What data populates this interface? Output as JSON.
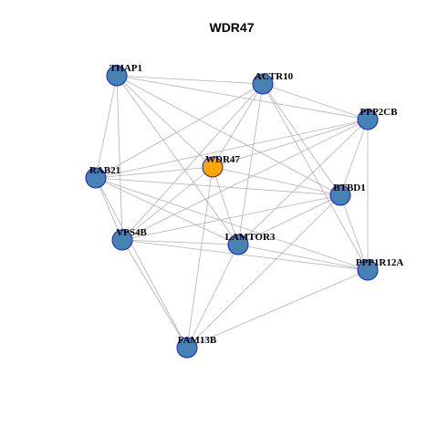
{
  "title": "WDR47",
  "colors": {
    "background": "#ffffff",
    "edge": "#b3b3b3",
    "node_fill": "#4682b4",
    "node_stroke": "#1f1fbf",
    "focus_fill": "#ffa500"
  },
  "nodes": [
    {
      "id": "THAP1",
      "label": "THAP1",
      "focus": false
    },
    {
      "id": "ACTR10",
      "label": "ACTR10",
      "focus": false
    },
    {
      "id": "PPP2CB",
      "label": "PPP2CB",
      "focus": false
    },
    {
      "id": "RAB21",
      "label": "RAB21",
      "focus": false
    },
    {
      "id": "WDR47",
      "label": "WDR47",
      "focus": true
    },
    {
      "id": "BTBD1",
      "label": "BTBD1",
      "focus": false
    },
    {
      "id": "VPS4B",
      "label": "VPS4B",
      "focus": false
    },
    {
      "id": "LAMTOR3",
      "label": "LAMTOR3",
      "focus": false
    },
    {
      "id": "PPP1R12A",
      "label": "PPP1R12A",
      "focus": false
    },
    {
      "id": "FAM13B",
      "label": "FAM13B",
      "focus": false
    }
  ],
  "edges": [
    [
      "THAP1",
      "ACTR10"
    ],
    [
      "THAP1",
      "PPP2CB"
    ],
    [
      "THAP1",
      "RAB21"
    ],
    [
      "THAP1",
      "WDR47"
    ],
    [
      "THAP1",
      "BTBD1"
    ],
    [
      "THAP1",
      "VPS4B"
    ],
    [
      "THAP1",
      "LAMTOR3"
    ],
    [
      "ACTR10",
      "RAB21"
    ],
    [
      "ACTR10",
      "WDR47"
    ],
    [
      "ACTR10",
      "PPP2CB"
    ],
    [
      "ACTR10",
      "BTBD1"
    ],
    [
      "ACTR10",
      "VPS4B"
    ],
    [
      "ACTR10",
      "LAMTOR3"
    ],
    [
      "ACTR10",
      "PPP1R12A"
    ],
    [
      "PPP2CB",
      "RAB21"
    ],
    [
      "PPP2CB",
      "WDR47"
    ],
    [
      "PPP2CB",
      "BTBD1"
    ],
    [
      "PPP2CB",
      "VPS4B"
    ],
    [
      "PPP2CB",
      "LAMTOR3"
    ],
    [
      "PPP2CB",
      "PPP1R12A"
    ],
    [
      "RAB21",
      "WDR47"
    ],
    [
      "RAB21",
      "BTBD1"
    ],
    [
      "RAB21",
      "VPS4B"
    ],
    [
      "RAB21",
      "LAMTOR3"
    ],
    [
      "RAB21",
      "PPP1R12A"
    ],
    [
      "RAB21",
      "FAM13B"
    ],
    [
      "WDR47",
      "BTBD1"
    ],
    [
      "WDR47",
      "VPS4B"
    ],
    [
      "WDR47",
      "LAMTOR3"
    ],
    [
      "WDR47",
      "FAM13B"
    ],
    [
      "BTBD1",
      "VPS4B"
    ],
    [
      "BTBD1",
      "LAMTOR3"
    ],
    [
      "BTBD1",
      "PPP1R12A"
    ],
    [
      "BTBD1",
      "FAM13B"
    ],
    [
      "VPS4B",
      "LAMTOR3"
    ],
    [
      "VPS4B",
      "PPP1R12A"
    ],
    [
      "VPS4B",
      "FAM13B"
    ],
    [
      "LAMTOR3",
      "PPP1R12A"
    ],
    [
      "LAMTOR3",
      "FAM13B"
    ],
    [
      "PPP1R12A",
      "FAM13B"
    ]
  ]
}
